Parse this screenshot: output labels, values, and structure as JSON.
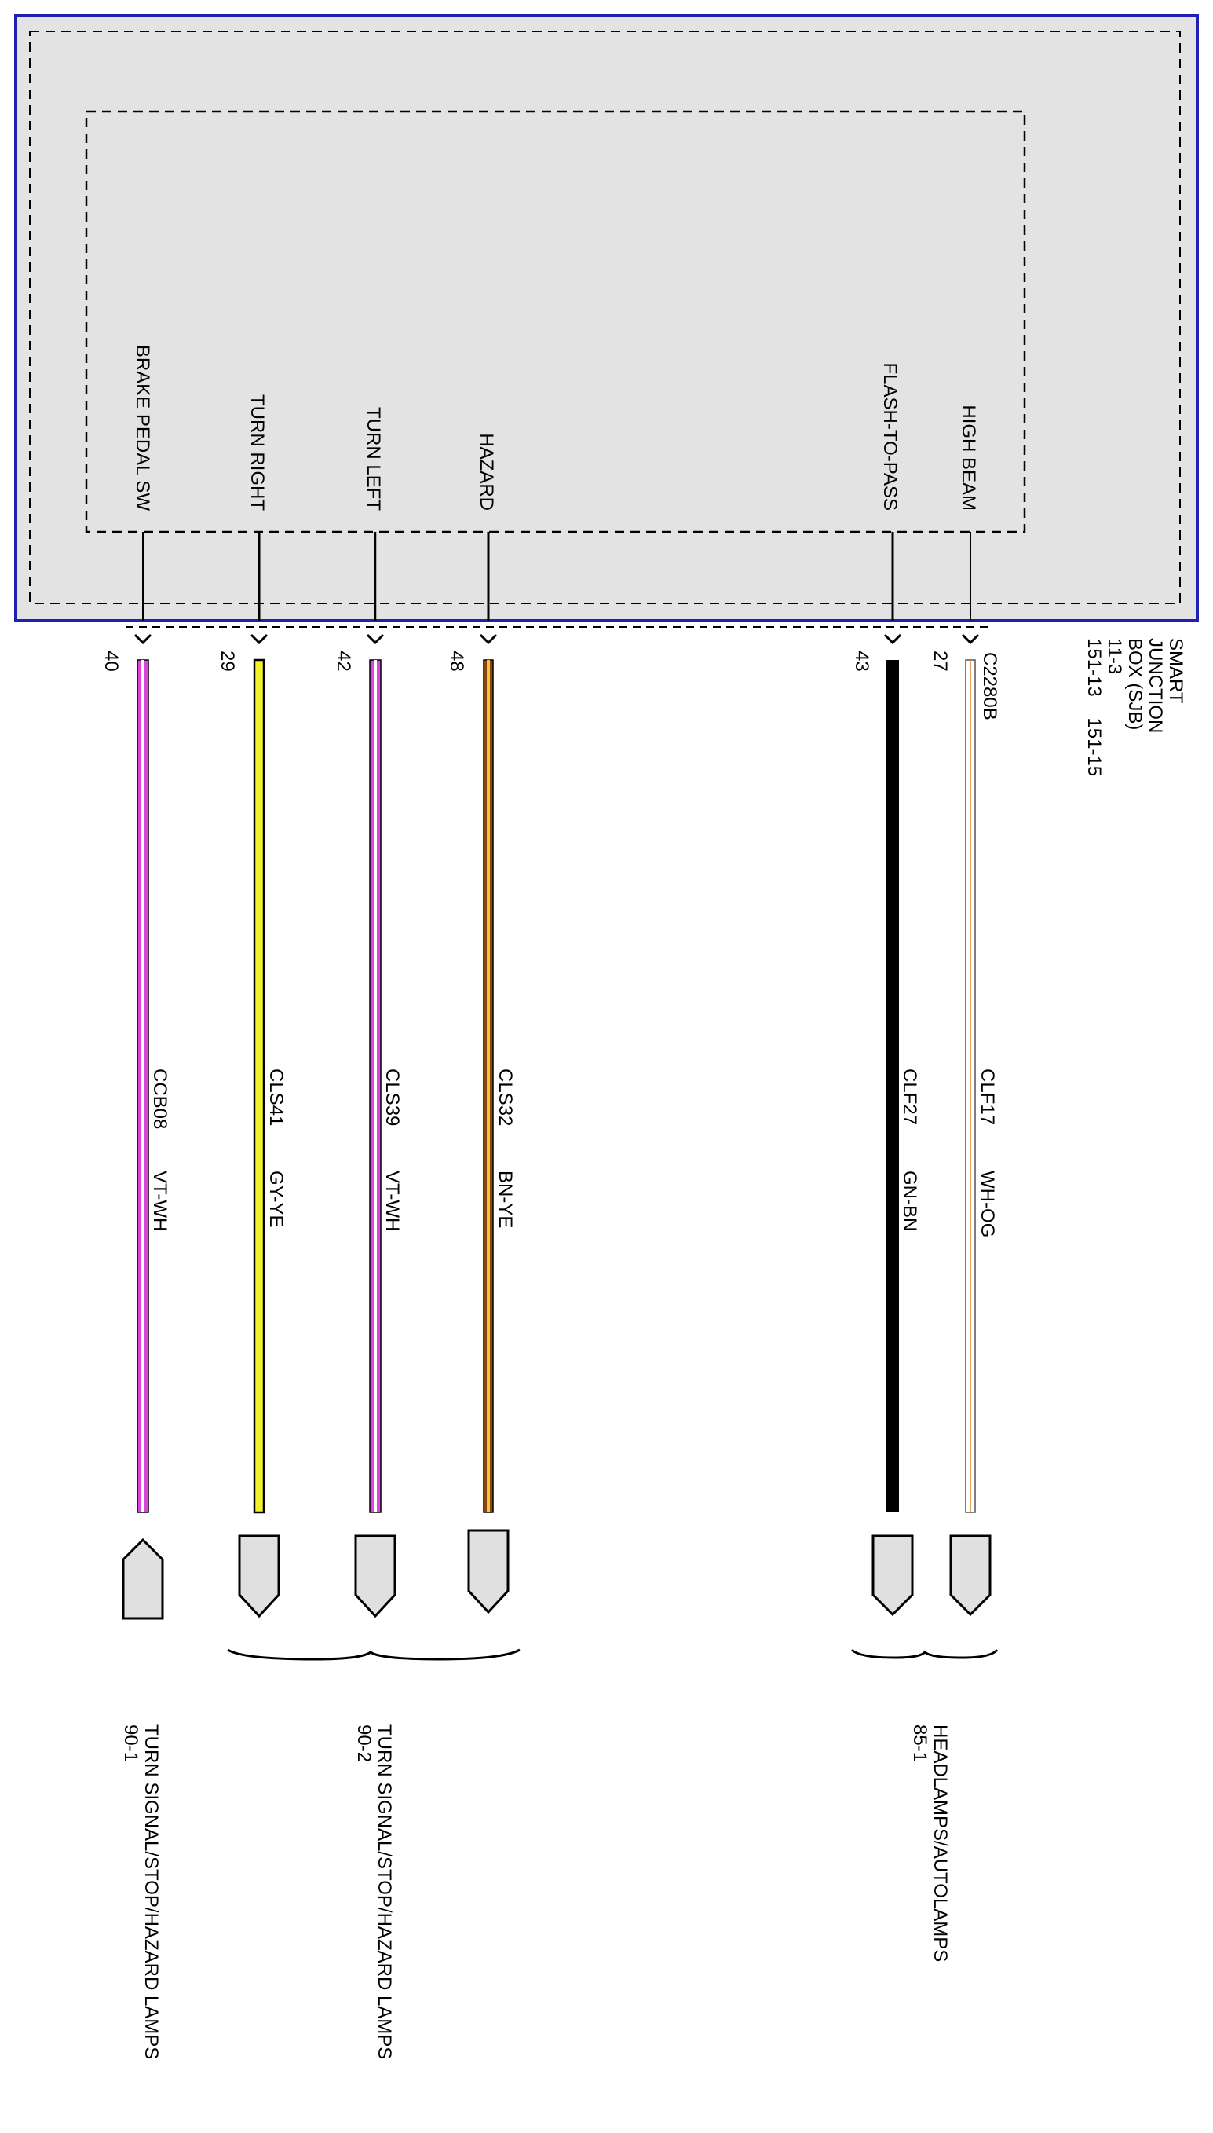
{
  "module": {
    "name_lines": [
      "SMART",
      "JUNCTION",
      "BOX (SJB)",
      "11-3"
    ],
    "page_refs": "151-13    151-15",
    "connector": "C2280B"
  },
  "circuits": [
    {
      "pin_label": "BRAKE PEDAL SW",
      "pin": "40",
      "circuit": "CCB08",
      "color_code": "VT-WH",
      "wire_color": "#d946d9",
      "stripe_color": "#ffffff"
    },
    {
      "pin_label": "TURN RIGHT",
      "pin": "29",
      "circuit": "CLS41",
      "color_code": "GY-YE",
      "wire_color": "#4a4a4a",
      "stripe_color": "#f2f22a"
    },
    {
      "pin_label": "TURN LEFT",
      "pin": "42",
      "circuit": "CLS39",
      "color_code": "VT-WH",
      "wire_color": "#d946d9",
      "stripe_color": "#ffffff"
    },
    {
      "pin_label": "HAZARD",
      "pin": "48",
      "circuit": "CLS32",
      "color_code": "BN-YE",
      "wire_color": "#8b4513",
      "stripe_color": "#f2c830"
    },
    {
      "pin_label": "FLASH-TO-PASS",
      "pin": "43",
      "circuit": "CLF27",
      "color_code": "GN-BN",
      "wire_color": "#000000",
      "stripe_color": "#000000"
    },
    {
      "pin_label": "HIGH BEAM",
      "pin": "27",
      "circuit": "CLF17",
      "color_code": "WH-OG",
      "wire_color": "#ffffff",
      "stripe_color": "#e8a060"
    }
  ],
  "destinations": [
    {
      "name": "TURN SIGNAL/STOP/HAZARD LAMPS",
      "page": "90-1"
    },
    {
      "name": "TURN SIGNAL/STOP/HAZARD LAMPS",
      "page": "90-2"
    },
    {
      "name": "HEADLAMPS/AUTOLAMPS",
      "page": "85-1"
    }
  ],
  "colors": {
    "module_border": "#1f1fb4",
    "module_fill": "#e3e3e3",
    "connector_fill": "#e0e0e0"
  }
}
